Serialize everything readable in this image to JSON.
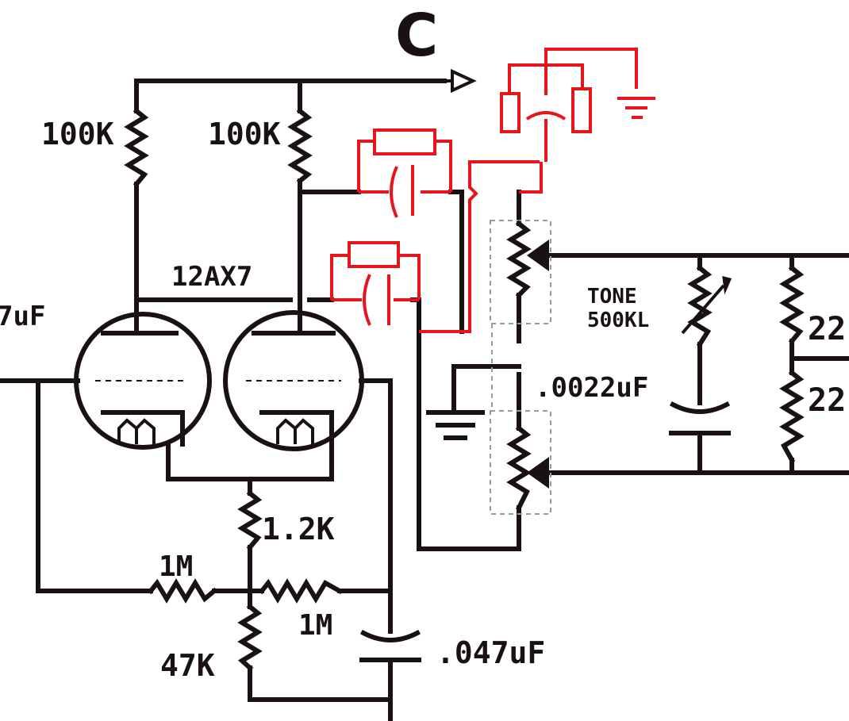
{
  "diagram": {
    "labels": {
      "node_c": "C",
      "r_plate_left": "100K",
      "r_plate_right": "100K",
      "tube": "12AX7",
      "cap_input_partial": "7uF",
      "tone_label": "TONE",
      "tone_value": "500KL",
      "cap_tone": ".0022uF",
      "r_right_top_partial": "22",
      "r_right_bottom_partial": "22",
      "r_cathode": "1.2K",
      "r_feedback_1": "1M",
      "r_feedback_2": "1M",
      "r_ground": "47K",
      "cap_bottom": ".047uF"
    },
    "colors": {
      "ink": "#1a1212",
      "modification": "#e8141c",
      "pot_outline": "#9a9a9a",
      "background": "#ffffff"
    }
  }
}
